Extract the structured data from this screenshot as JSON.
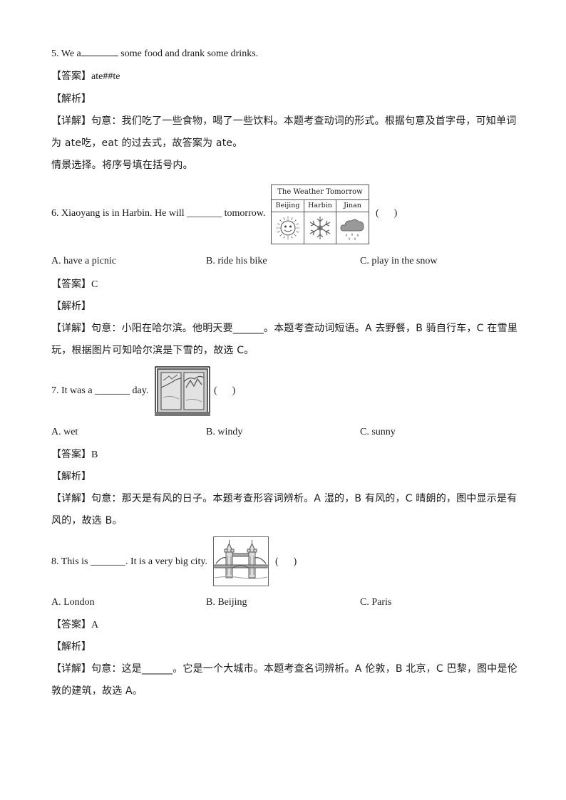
{
  "q5": {
    "stem_prefix": "5. We a",
    "stem_suffix": " some food and drank some drinks.",
    "answer_tag": "【答案】",
    "answer": "ate##te",
    "analysis_tag": "【解析】",
    "detail_tag": "【详解】",
    "detail_line1": "句意：我们吃了一些食物，喝了一些饮料。本题考查动词的形式。根据句意及首字母，可知单词",
    "detail_line2": "为 ate吃，eat 的过去式，故答案为 ate。"
  },
  "section_heading": "情景选择。将序号填在括号内。",
  "q6": {
    "stem": "6. Xiaoyang is in Harbin. He will _______ tomorrow.",
    "paren": "(      )",
    "figure": {
      "title": "The Weather Tomorrow",
      "cities": [
        "Beijing",
        "Harbin",
        "Jinan"
      ],
      "icons": [
        "sun-icon",
        "snowflake-icon",
        "rain-cloud-icon"
      ]
    },
    "options": [
      "A. have a picnic",
      "B. ride his bike",
      "C. play in the snow"
    ],
    "answer_tag": "【答案】",
    "answer": "C",
    "analysis_tag": "【解析】",
    "detail_tag": "【详解】",
    "detail_line1": "句意：小阳在哈尔滨。他明天要______。本题考查动词短语。A 去野餐，B 骑自行车，C 在雪里",
    "detail_line2": "玩，根据图片可知哈尔滨是下雪的，故选 C。"
  },
  "q7": {
    "stem": "7. It was a _______ day.",
    "paren": "(      )",
    "figure_icon": "windy-window-icon",
    "options": [
      "A. wet",
      "B. windy",
      "C. sunny"
    ],
    "answer_tag": "【答案】",
    "answer": "B",
    "analysis_tag": "【解析】",
    "detail_tag": "【详解】",
    "detail_line1": "句意：那天是有风的日子。本题考查形容词辨析。A 湿的，B 有风的，C 晴朗的，图中显示是有",
    "detail_line2": "风的，故选 B。"
  },
  "q8": {
    "stem": "8. This is _______. It is a very big city.",
    "paren": "(      )",
    "figure_icon": "tower-bridge-icon",
    "options": [
      "A. London",
      "B. Beijing",
      "C. Paris"
    ],
    "answer_tag": "【答案】",
    "answer": "A",
    "analysis_tag": "【解析】",
    "detail_tag": "【详解】",
    "detail_line1": "句意：这是______。它是一个大城市。本题考查名词辨析。A 伦敦，B 北京，C 巴黎，图中是伦",
    "detail_line2": "敦的建筑，故选 A。"
  }
}
